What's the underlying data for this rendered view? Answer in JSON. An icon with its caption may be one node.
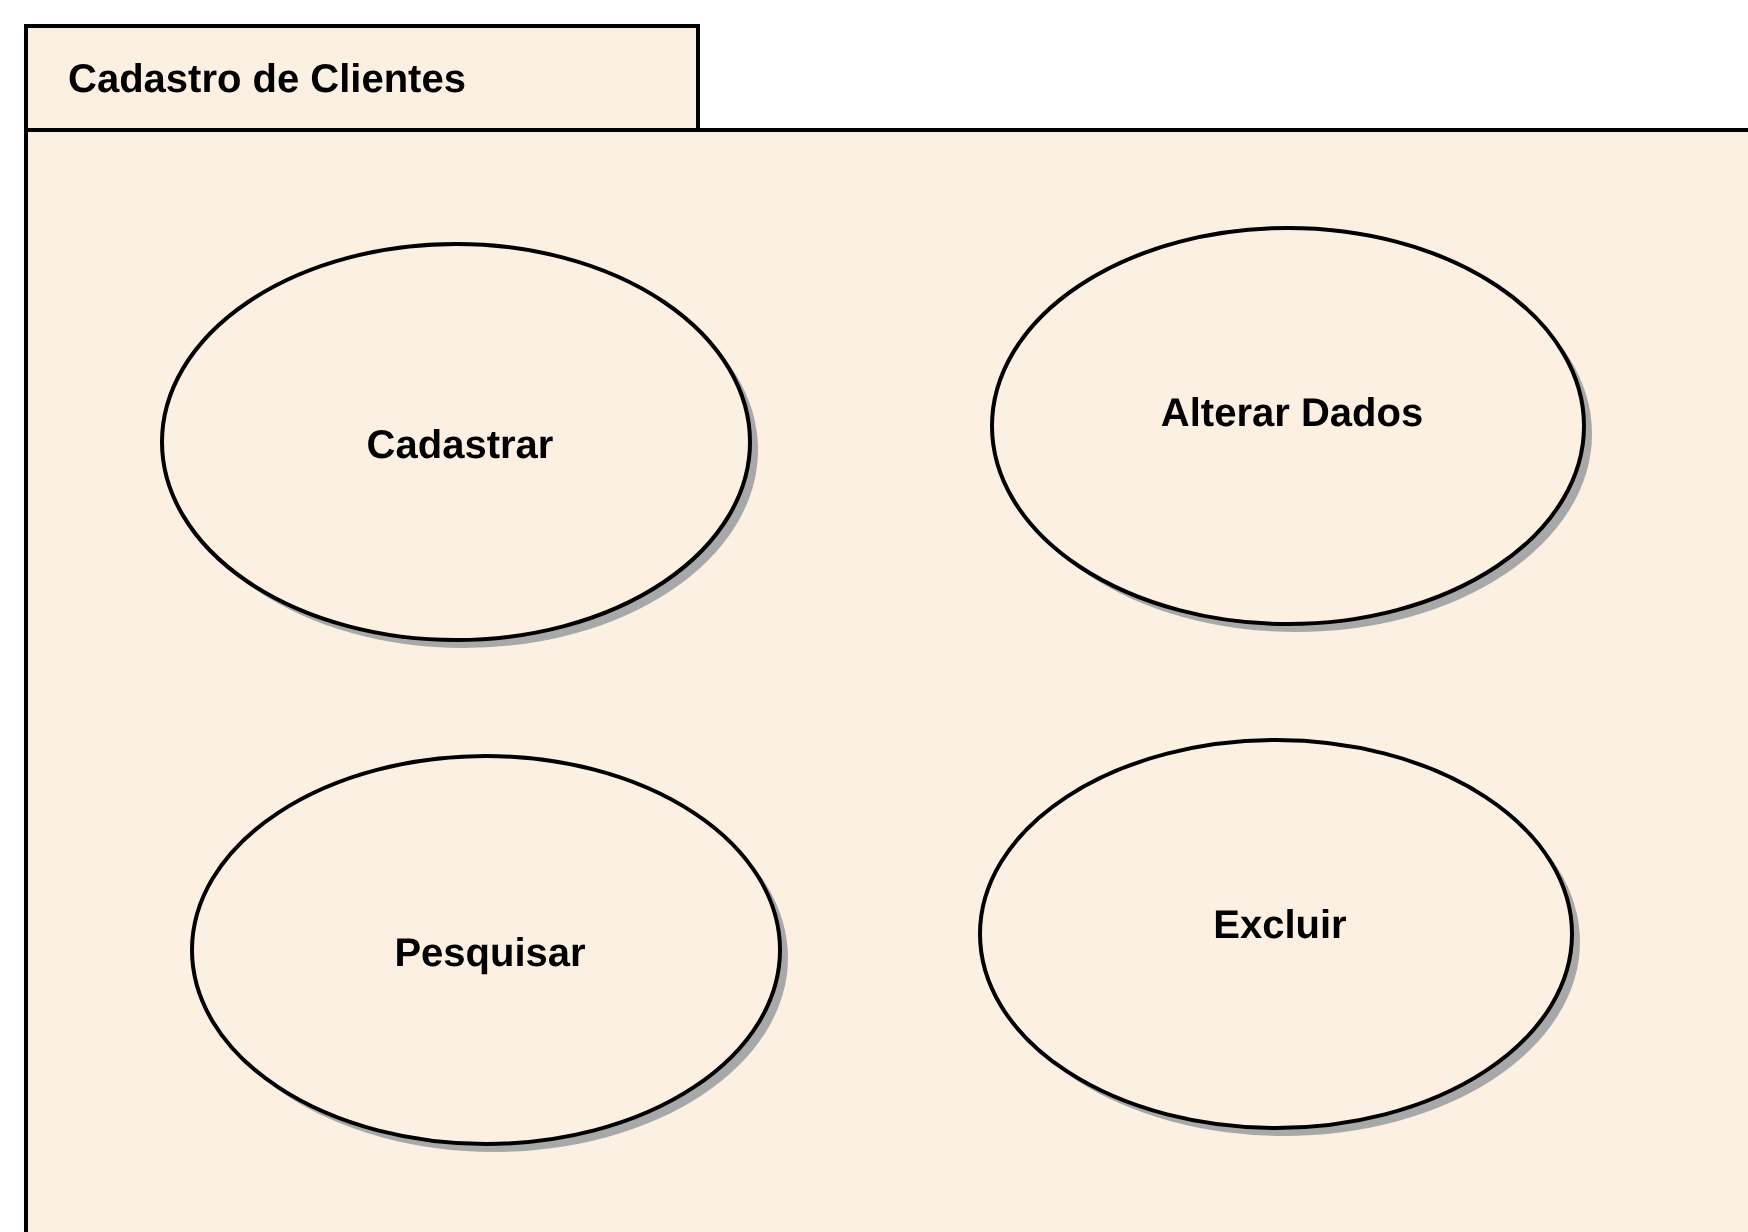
{
  "diagram": {
    "nodes": [
      {
        "text": [
          "Cadastro de Clientes"
        ]
      },
      {
        "text": [
          "Cadastrar"
        ],
        "in": 0
      },
      {
        "text": [
          "Alterar Dados"
        ],
        "in": 0
      },
      {
        "text": [
          "Pesquisar"
        ],
        "in": 0
      },
      {
        "text": [
          "Excluir"
        ],
        "in": 0
      }
    ]
  }
}
